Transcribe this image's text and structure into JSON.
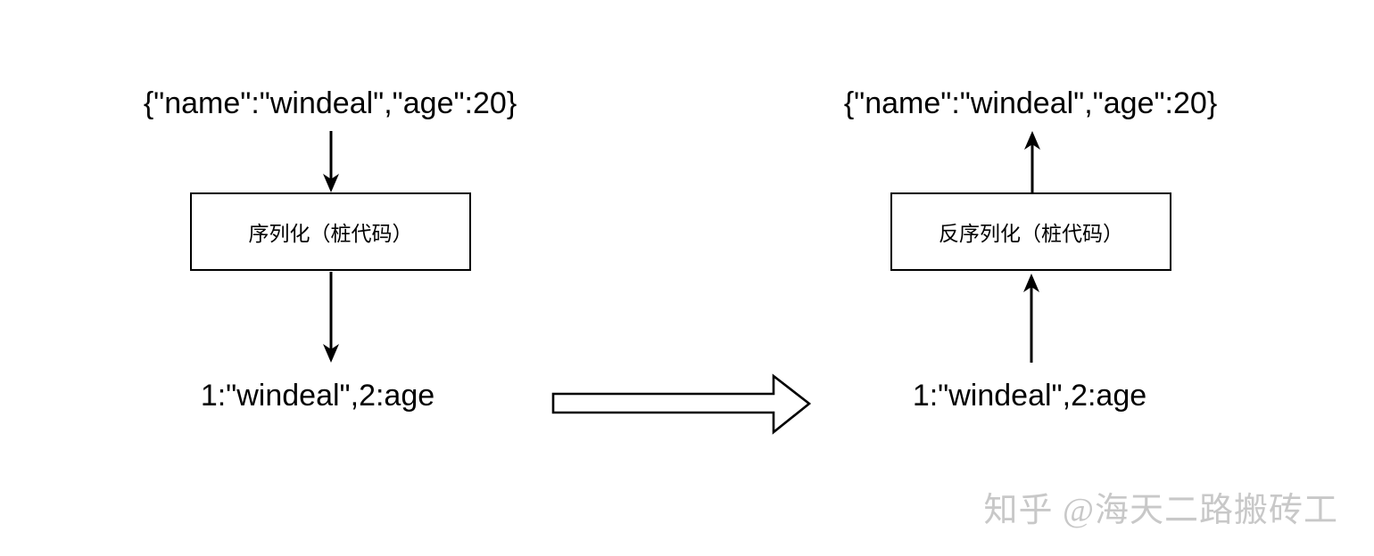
{
  "canvas": {
    "background": "#ffffff",
    "line_color": "#000000",
    "text_color": "#000000"
  },
  "serialize_flow": {
    "input_json": "{\"name\":\"windeal\",\"age\":20}",
    "process_label": "序列化（桩代码）",
    "output_bytes": "1:\"windeal\",2:age"
  },
  "deserialize_flow": {
    "input_json": "{\"name\":\"windeal\",\"age\":20}",
    "process_label": "反序列化（桩代码）",
    "output_bytes": "1:\"windeal\",2:age"
  },
  "watermark": {
    "text": "知乎 @海天二路搬砖工",
    "color": "#c8c8c8"
  }
}
